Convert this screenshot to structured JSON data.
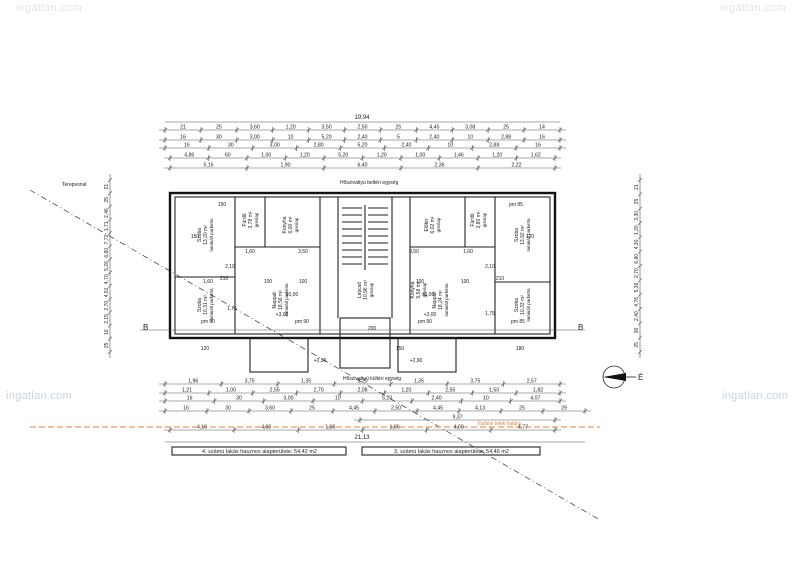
{
  "watermark": {
    "brand": "ingatlan.com"
  },
  "dims_top": {
    "total": "19,94",
    "row1": [
      "21",
      "25",
      "3,60",
      "1,20",
      "3,50",
      "2,50",
      "25",
      "4,45",
      "3,08",
      "25",
      "14"
    ],
    "row2": [
      "16",
      "30",
      "3,00",
      "10",
      "5,20",
      "2,40",
      "5",
      "2,40",
      "10",
      "2,88",
      "16"
    ],
    "row3": [
      "16",
      "30",
      "3,00",
      "2,80",
      "5,20",
      "2,40",
      "10",
      "2,88",
      "16"
    ],
    "row4": [
      "4,86",
      "60",
      "1,00",
      "1,20",
      "5,20",
      "1,20",
      "1,00",
      "1,46",
      "1,20",
      "1,62"
    ],
    "row5": [
      "5,16",
      "1,90",
      "6,40",
      "2,36",
      "2,22"
    ]
  },
  "dims_bottom": {
    "row1": [
      "1,96",
      "3,75",
      "1,35",
      "3,20",
      "1,35",
      "3,75",
      "2,57"
    ],
    "row2": [
      "1,21",
      "1,00",
      "2,55",
      "2,70",
      "2,08",
      "1,20",
      "2,55",
      "1,50",
      "1,82"
    ],
    "row3": [
      "16",
      "30",
      "3,00",
      "10",
      "5,20",
      "2,40",
      "10",
      "4,07"
    ],
    "row4": [
      "16",
      "30",
      "3,60",
      "25",
      "4,45",
      "2,50",
      "4,45",
      "4,13",
      "25",
      "29"
    ],
    "row5": [
      "4,16",
      "4,00",
      "1,06",
      "1,06",
      "4,00",
      "4,77"
    ],
    "row6": [
      "9,37"
    ],
    "total": "21,13"
  },
  "dims_left": [
    "21",
    "25",
    "2,46",
    "1,71",
    "7,72",
    "6,80",
    "5,26",
    "4,70",
    "4,51",
    "2,70",
    "2,15",
    "16",
    "25"
  ],
  "dims_right": [
    "21",
    "25",
    "3,30",
    "1,20",
    "4,30",
    "6,80",
    "2,70",
    "5,36",
    "4,76",
    "2,40",
    "30",
    "25"
  ],
  "labels": {
    "terrain": "Terepvonal",
    "hv_top": "Hőszivattyú beltéri egység",
    "hv_bottom": "Hőszivattyú kültéri egység",
    "building_line": "Építési telek határa",
    "axis_b": "B"
  },
  "rooms": [
    {
      "name": "Szoba",
      "area": "13,20 m²",
      "floor": "laminált parketta"
    },
    {
      "name": "Fürdő",
      "area": "3,78 m²",
      "floor": "greslap"
    },
    {
      "name": "Konyha",
      "area": "6,00 m²",
      "floor": "greslap"
    },
    {
      "name": "Nappali",
      "area": "18,56 m²",
      "floor": "laminált parketta"
    },
    {
      "name": "Szoba",
      "area": "10,31 m²",
      "floor": "laminált parketta"
    },
    {
      "name": "Lépcső",
      "area": "10,96 m²",
      "floor": "greslap"
    },
    {
      "name": "Előtér",
      "area": "6,02 m²",
      "floor": "greslap"
    },
    {
      "name": "Konyha",
      "area": "5,58 m²",
      "floor": "greslap"
    },
    {
      "name": "Nappali",
      "area": "18,24 m²",
      "floor": "laminált parketta"
    },
    {
      "name": "Fürdő",
      "area": "3,80 m²",
      "floor": "greslap"
    },
    {
      "name": "Szoba",
      "area": "13,92 m²",
      "floor": "laminált parketta"
    },
    {
      "name": "Szoba",
      "area": "10,33 m²",
      "floor": "laminált parketta"
    }
  ],
  "inner_dims": [
    "1,60",
    "3,50",
    "3,50",
    "1,60",
    "2,10",
    "2,10",
    "1,60",
    "100",
    "100",
    "100",
    "100",
    "210",
    "210",
    "1,75",
    "1,75",
    "pm 90",
    "pm 90",
    "pm 90",
    "pm 85",
    "pm 85",
    "150",
    "150",
    "120",
    "120",
    "180",
    "150",
    "200",
    "+2,90",
    "+2,90",
    "+3,00",
    "+3,00",
    "±0,00",
    "±0,00"
  ],
  "units": [
    {
      "text": "4. számú lakás hasznos alapterülete: 54,42 m2"
    },
    {
      "text": "3. számú lakás hasznos alapterülete: 54,46 m2"
    }
  ],
  "compass": {
    "letter": "É"
  },
  "colors": {
    "line": "#111111",
    "building_line": "#e8823a",
    "watermark": "#c9d4dc"
  }
}
